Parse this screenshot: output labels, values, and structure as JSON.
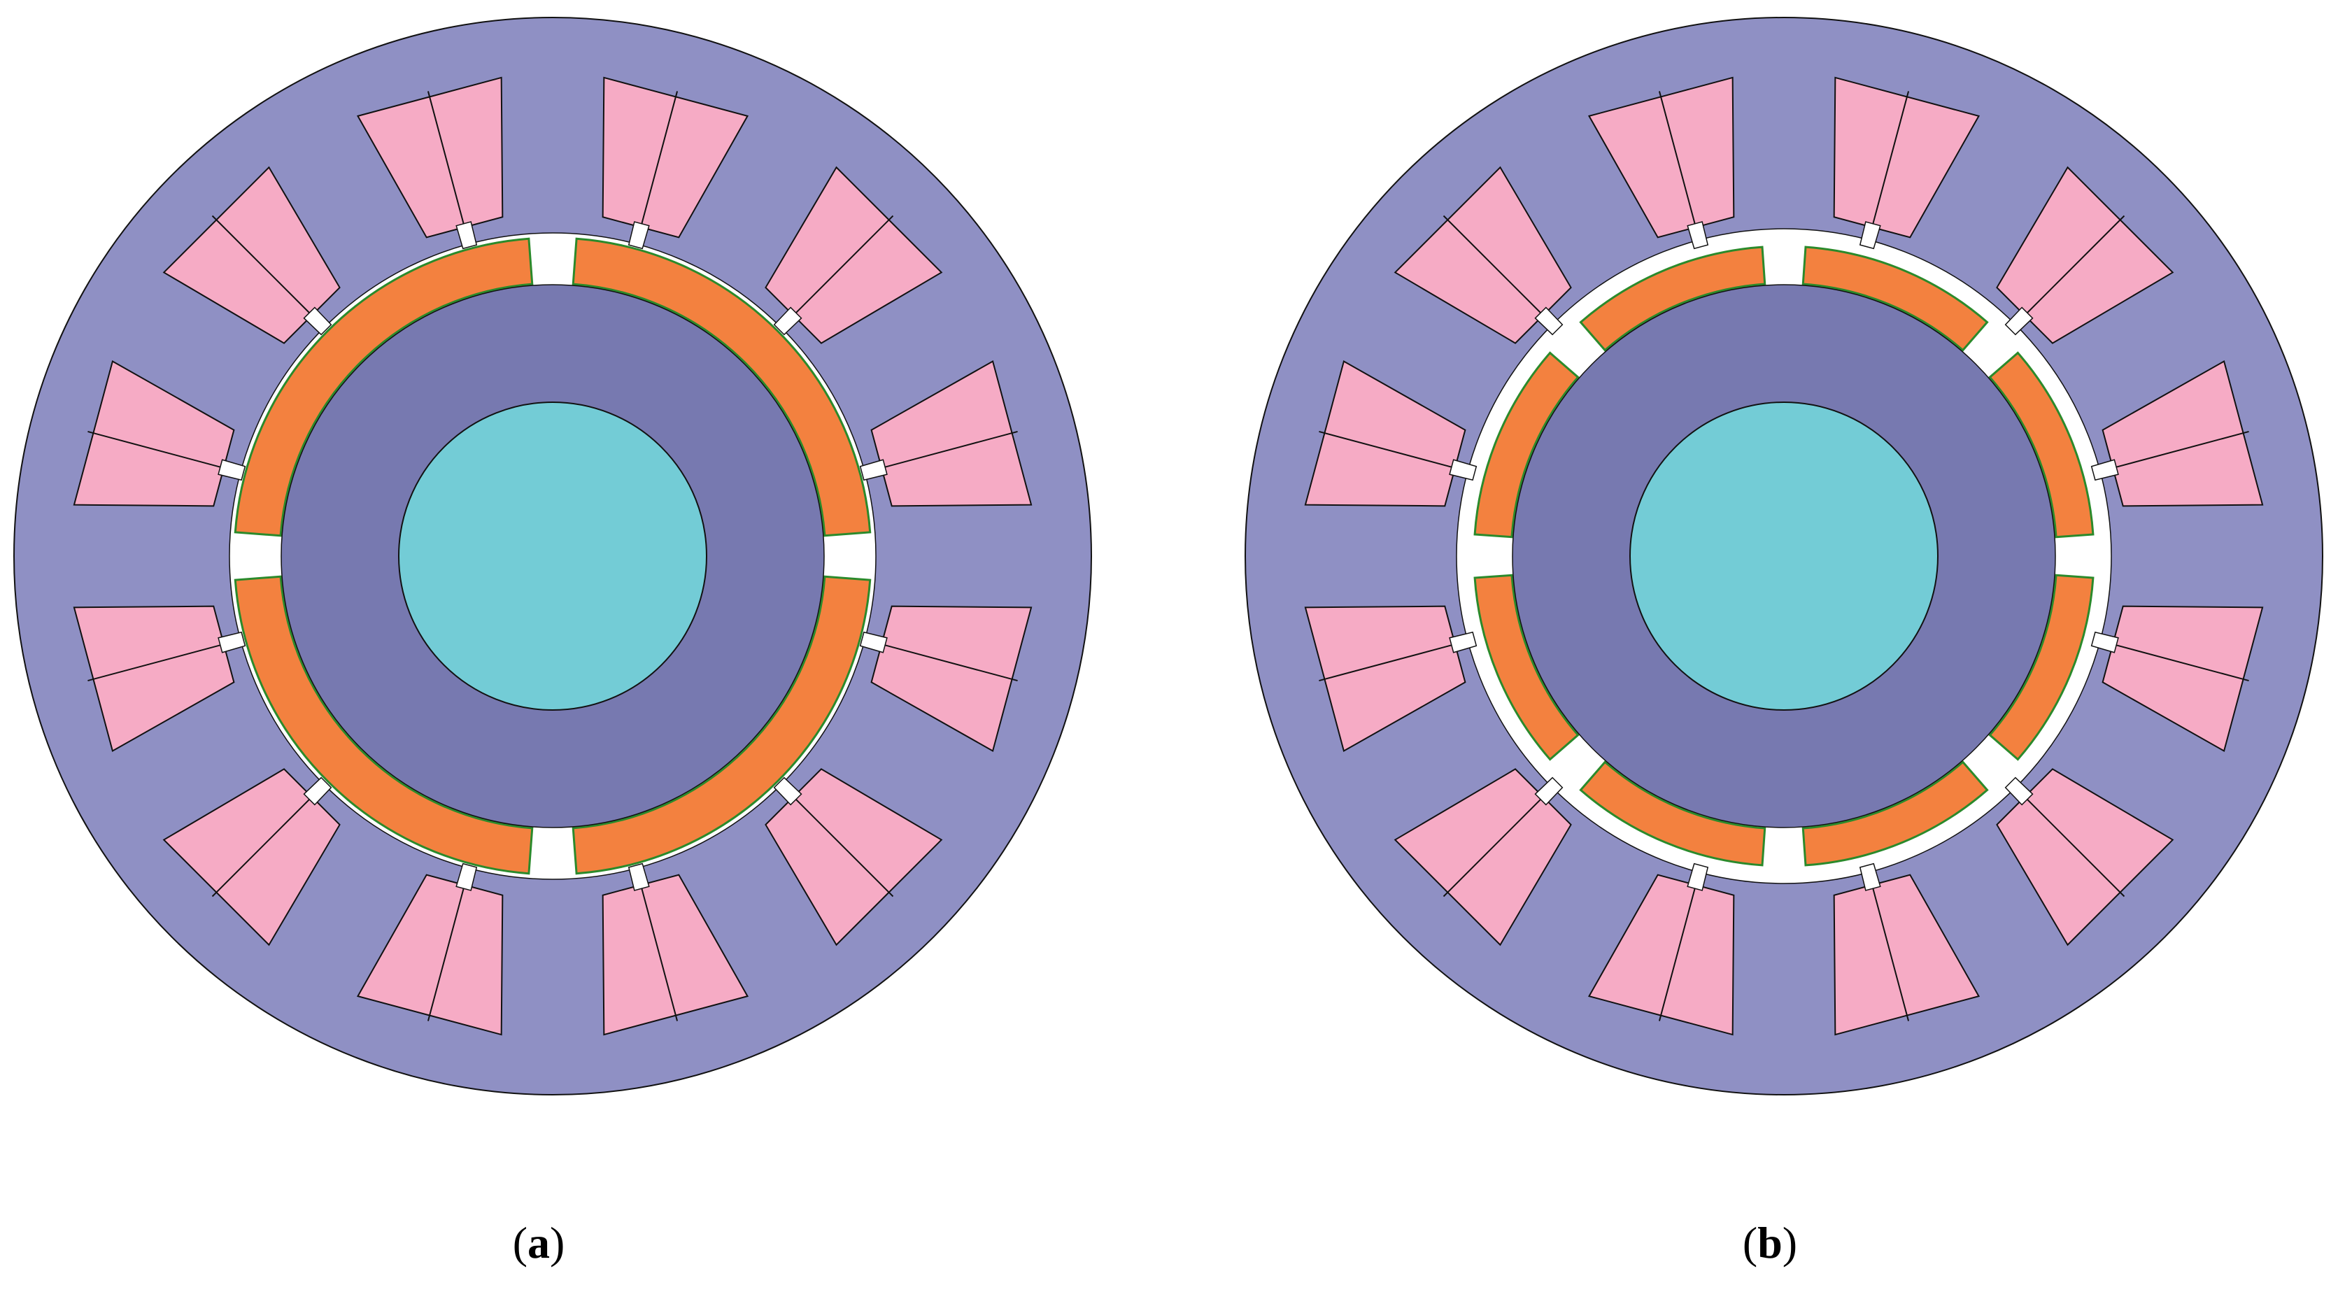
{
  "figure": {
    "colors": {
      "stator": "#8f90c4",
      "rotor_core": "#7779b0",
      "shaft": "#73ccd6",
      "magnet": "#f3813f",
      "magnet_edge": "#2b8a2b",
      "coil": "#f6abc5",
      "air": "#ffffff",
      "outline": "#111111"
    },
    "panels": [
      {
        "id": "a",
        "label": "a",
        "slot_count": 12,
        "magnet_poles": 4,
        "magnet_style": "full-arc"
      },
      {
        "id": "b",
        "label": "b",
        "slot_count": 12,
        "magnet_poles": 8,
        "magnet_style": "segmented"
      }
    ]
  }
}
